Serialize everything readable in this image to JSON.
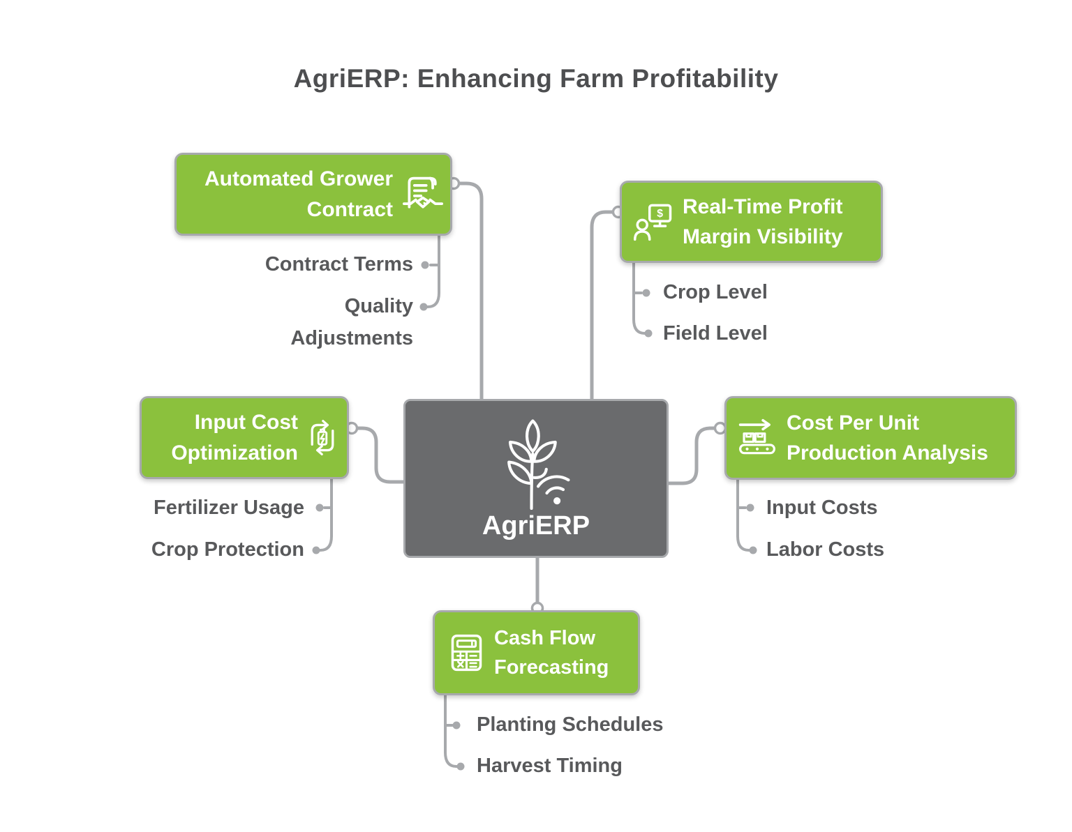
{
  "title": "AgriERP: Enhancing Farm Profitability",
  "colors": {
    "green": "#8BC13D",
    "gray": "#6A6B6D",
    "line": "#A7A9AC",
    "text": "#58595B",
    "title": "#4D4E50",
    "white": "#FFFFFF"
  },
  "center": {
    "label": "AgriERP",
    "icon": "plant-wifi-icon"
  },
  "nodes": [
    {
      "label": "Automated Grower\nContract",
      "icon": "contract-handshake-icon",
      "children": [
        "Contract Terms",
        "Quality\nAdjustments"
      ]
    },
    {
      "label": "Real-Time Profit\nMargin Visibility",
      "icon": "profit-monitor-icon",
      "children": [
        "Crop Level",
        "Field Level"
      ]
    },
    {
      "label": "Input Cost\nOptimization",
      "icon": "cost-cycle-icon",
      "children": [
        "Fertilizer Usage",
        "Crop Protection"
      ]
    },
    {
      "label": "Cost Per Unit\nProduction Analysis",
      "icon": "production-conveyor-icon",
      "children": [
        "Input Costs",
        "Labor Costs"
      ]
    },
    {
      "label": "Cash Flow\nForecasting",
      "icon": "calculator-icon",
      "children": [
        "Planting Schedules",
        "Harvest Timing"
      ]
    }
  ]
}
